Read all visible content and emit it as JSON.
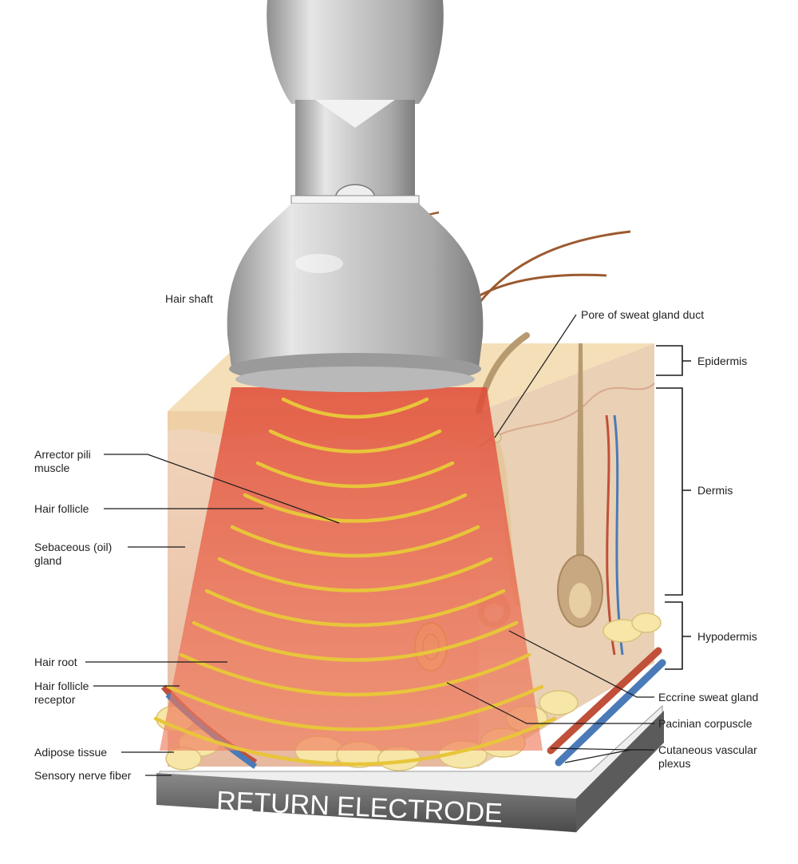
{
  "diagram": {
    "left_labels": [
      {
        "id": "hair-shaft",
        "lines": [
          "Hair shaft"
        ]
      },
      {
        "id": "arrector-pili",
        "lines": [
          "Arrector pili",
          "muscle"
        ]
      },
      {
        "id": "hair-follicle",
        "lines": [
          "Hair follicle"
        ]
      },
      {
        "id": "sebaceous",
        "lines": [
          "Sebaceous (oil)",
          "gland"
        ]
      },
      {
        "id": "hair-root",
        "lines": [
          "Hair root"
        ]
      },
      {
        "id": "follicle-receptor",
        "lines": [
          "Hair follicle",
          "receptor"
        ]
      },
      {
        "id": "adipose",
        "lines": [
          "Adipose tissue"
        ]
      },
      {
        "id": "nerve-fiber",
        "lines": [
          "Sensory nerve fiber"
        ]
      }
    ],
    "right_labels": [
      {
        "id": "pore",
        "lines": [
          "Pore of sweat gland duct"
        ]
      },
      {
        "id": "eccrine",
        "lines": [
          "Eccrine sweat gland"
        ]
      },
      {
        "id": "pacinian",
        "lines": [
          "Pacinian corpuscle"
        ]
      },
      {
        "id": "vascular",
        "lines": [
          "Cutaneous vascular",
          "plexus"
        ]
      }
    ],
    "layers": [
      {
        "id": "epidermis",
        "label": "Epidermis"
      },
      {
        "id": "dermis",
        "label": "Dermis"
      },
      {
        "id": "hypodermis",
        "label": "Hypodermis"
      }
    ],
    "electrode_label": "RETURN ELECTRODE"
  },
  "colors": {
    "skin_top": "#f4dfb8",
    "skin_side": "#ecc9ad",
    "fat": "#f6e6a8",
    "beam": "#e8503a",
    "wave": "#e8c53a",
    "handpiece": "#c8c8c8",
    "electrode": "#6b6b6b",
    "artery": "#c0503a",
    "vein": "#4a7ab8"
  }
}
